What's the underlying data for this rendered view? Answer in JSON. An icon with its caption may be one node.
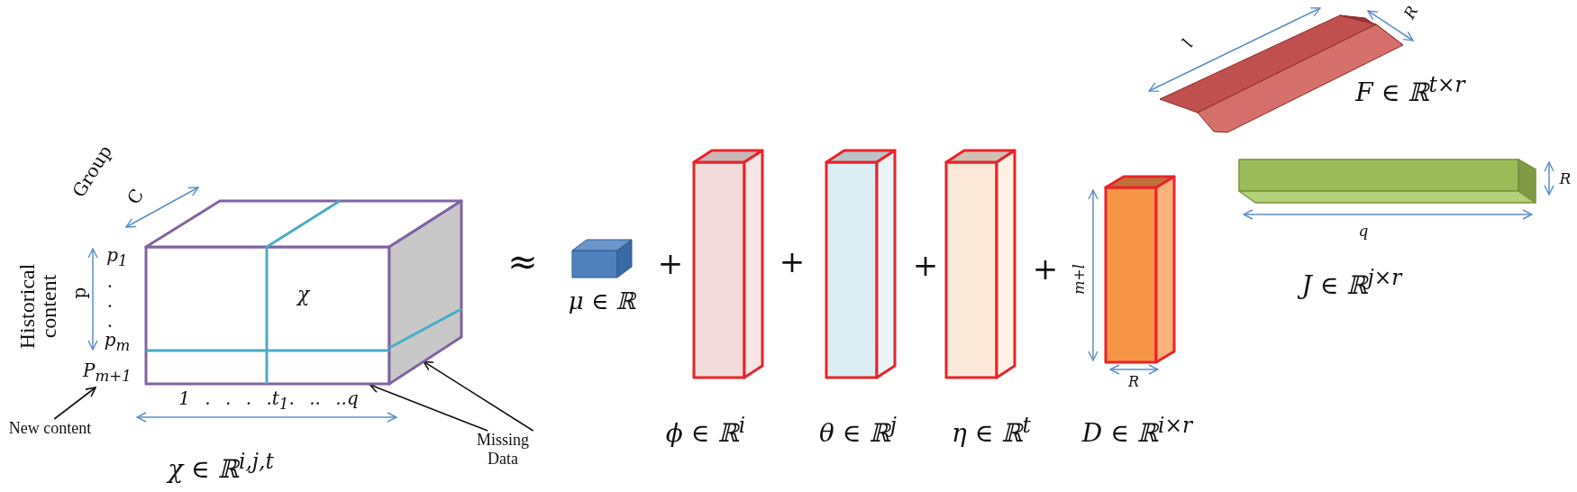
{
  "diagram": {
    "nodes": [
      {
        "text": [
          "χ"
        ],
        "beside": [
          "χ ∈ ℝ$^{i,j,t}$"
        ]
      },
      {
        "text": [
          "P$_{m+1}$"
        ]
      },
      {
        "text": [
          "New content"
        ]
      },
      {
        "text": [
          "Missing Data"
        ]
      },
      {
        "text": [],
        "shape": "box",
        "beside": [
          "μ ∈ ℝ"
        ]
      },
      {
        "text": [],
        "shape": "box",
        "beside": [
          "ϕ ∈ ℝ$^{i}$"
        ]
      },
      {
        "text": [],
        "shape": "box",
        "beside": [
          "θ ∈ ℝ$^{j}$"
        ]
      },
      {
        "text": [],
        "shape": "box",
        "beside": [
          "η ∈ ℝ$^{t}$"
        ]
      },
      {
        "text": [],
        "shape": "box",
        "beside": [
          "D ∈ ℝ$^{i×r}$"
        ]
      },
      {
        "text": [],
        "shape": "box",
        "beside": [
          "F ∈ ℝ$^{t×r}$"
        ]
      },
      {
        "text": [],
        "shape": "box",
        "beside": [
          "J ∈ ℝ$^{j×r}$"
        ]
      }
    ],
    "edges": [
      {
        "from": 2,
        "to": 1,
        "arrow": "to"
      },
      {
        "from": 3,
        "to": 0,
        "arrow": "to"
      },
      {
        "from": 3,
        "to": 0,
        "arrow": "to"
      }
    ],
    "labels": [
      "Group",
      "C",
      "Historical content",
      "p",
      "p$_{1}$",
      ".",
      ".",
      ".",
      "p$_{m}$",
      "1 . . . .t$_{1}$. .. ..q",
      "≈",
      "+",
      "+",
      "+",
      "+",
      "m+l",
      "R",
      "l",
      "R",
      "q",
      "R"
    ]
  }
}
